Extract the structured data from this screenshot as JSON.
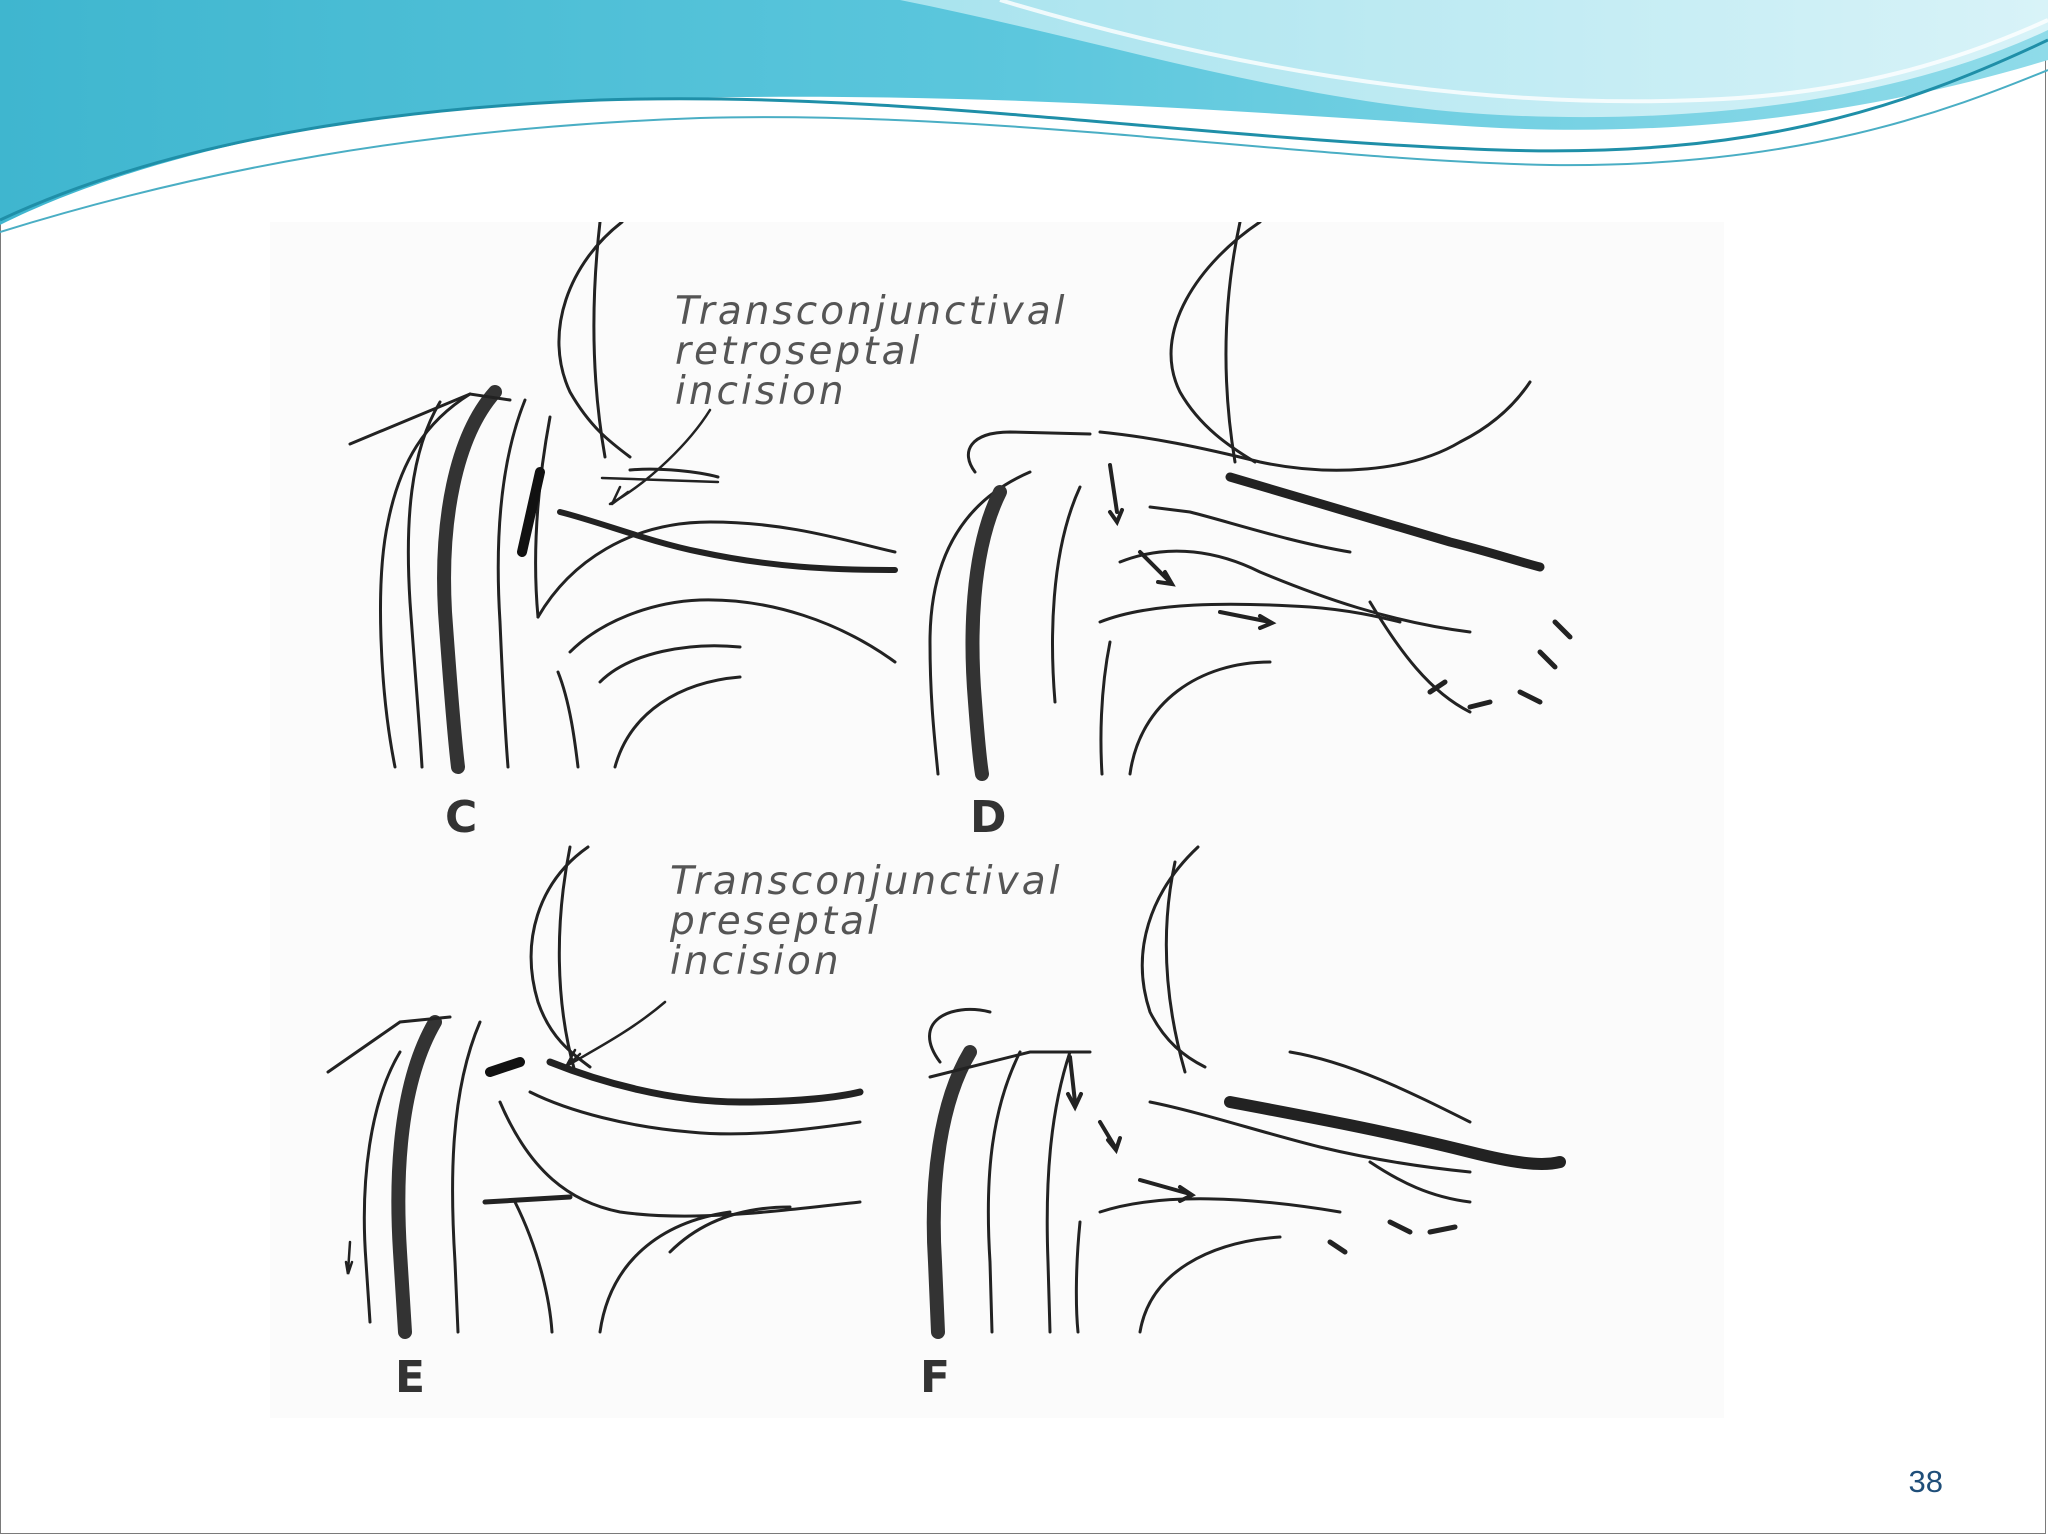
{
  "slide": {
    "number": "38",
    "theme_colors": {
      "wave_dark": "#2a9fbf",
      "wave_light": "#7fd3e6",
      "frame": "#7a7a7a"
    }
  },
  "figure": {
    "panels": [
      {
        "letter": "C",
        "caption": "Transconjunctival\nretroseptal\nincision"
      },
      {
        "letter": "D",
        "caption": ""
      },
      {
        "letter": "E",
        "caption": "Transconjunctival\npreseptal\nincision"
      },
      {
        "letter": "F",
        "caption": ""
      }
    ]
  }
}
